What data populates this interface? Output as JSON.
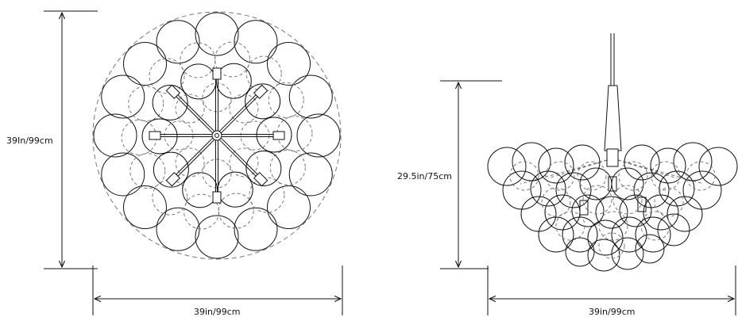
{
  "labels": {
    "top_view_height": "39In/99cm",
    "top_view_width": "39in/99cm",
    "side_view_height": "29.5in/75cm",
    "side_view_width": "39in/99cm"
  },
  "colors": {
    "line": "#111111",
    "dashed": "#777777",
    "background": "#ffffff"
  }
}
